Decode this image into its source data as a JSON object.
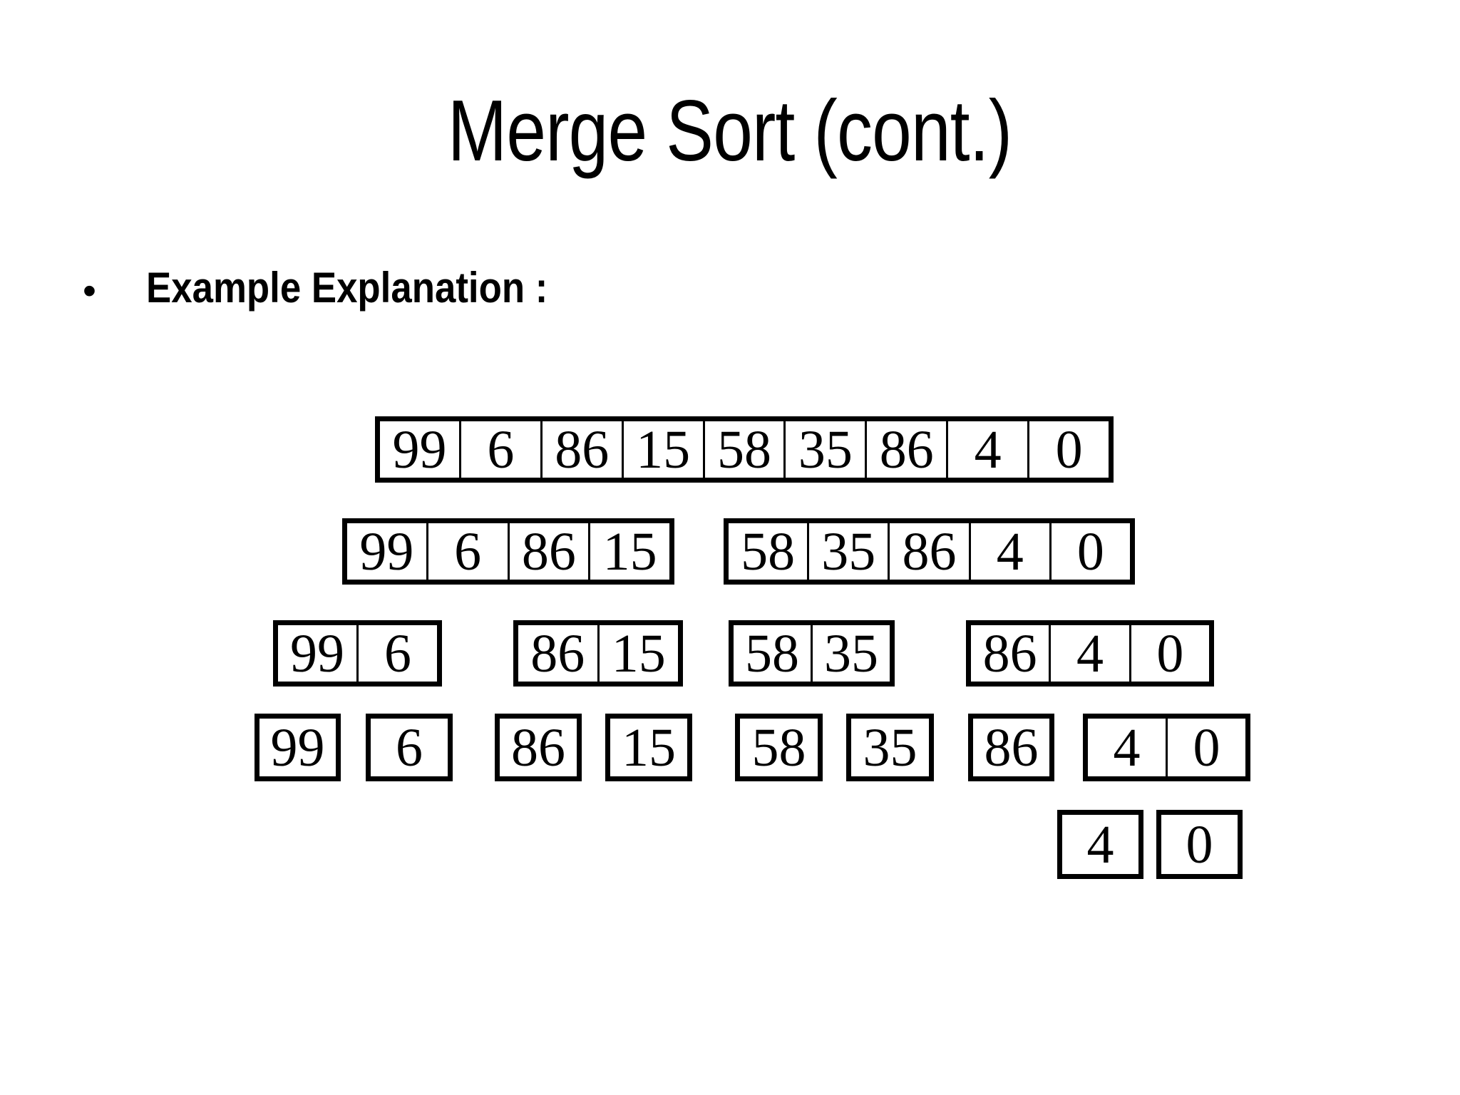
{
  "slide": {
    "title": "Merge Sort (cont.)",
    "bullet_marker": "•",
    "bullet_text": "Example Explanation :"
  },
  "colors": {
    "background": "#ffffff",
    "text": "#000000",
    "box_border": "#000000"
  },
  "diagram": {
    "rows": [
      {
        "boxes": [
          {
            "cells": [
              "99",
              "6",
              "86",
              "15",
              "58",
              "35",
              "86",
              "4",
              "0"
            ]
          }
        ]
      },
      {
        "boxes": [
          {
            "cells": [
              "99",
              "6",
              "86",
              "15"
            ]
          },
          {
            "cells": [
              "58",
              "35",
              "86",
              "4",
              "0"
            ]
          }
        ]
      },
      {
        "boxes": [
          {
            "cells": [
              "99",
              "6"
            ]
          },
          {
            "cells": [
              "86",
              "15"
            ]
          },
          {
            "cells": [
              "58",
              "35"
            ]
          },
          {
            "cells": [
              "86",
              "4",
              "0"
            ]
          }
        ]
      },
      {
        "boxes": [
          {
            "cells": [
              "99"
            ]
          },
          {
            "cells": [
              "6"
            ]
          },
          {
            "cells": [
              "86"
            ]
          },
          {
            "cells": [
              "15"
            ]
          },
          {
            "cells": [
              "58"
            ]
          },
          {
            "cells": [
              "35"
            ]
          },
          {
            "cells": [
              "86"
            ]
          },
          {
            "cells": [
              "4",
              "0"
            ]
          }
        ]
      },
      {
        "boxes": [
          {
            "cells": [
              "4"
            ]
          },
          {
            "cells": [
              "0"
            ]
          }
        ]
      }
    ]
  }
}
